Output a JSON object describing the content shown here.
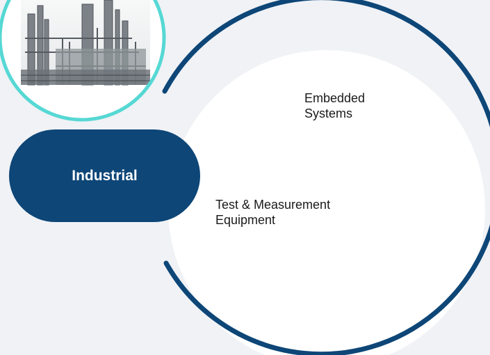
{
  "diagram": {
    "category_label": "Industrial",
    "items": [
      {
        "label": "Embedded\nSystems"
      },
      {
        "label": "Test & Measurement\nEquipment"
      }
    ],
    "image": {
      "icon": "industrial-plant-icon"
    }
  },
  "colors": {
    "background": "#f0f2f6",
    "arc": "#0d4677",
    "pill": "#0d4677",
    "image_ring": "#56d8d4",
    "inner_circle": "#ffffff"
  }
}
